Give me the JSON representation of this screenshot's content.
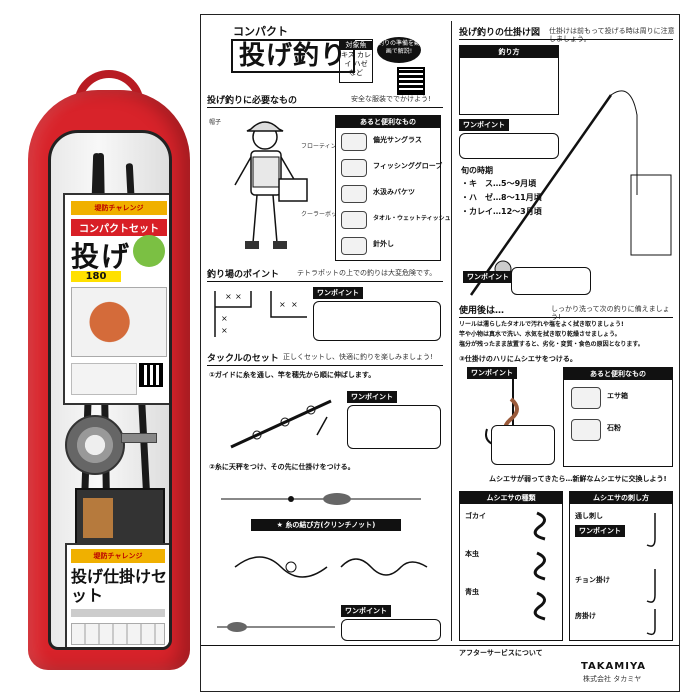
{
  "package": {
    "set_tag": "堤防チャレンジ",
    "set_name": "コンパクトセット",
    "set_type": "投げ",
    "size": "180",
    "rig_tag": "堤防チャレンジ",
    "rig_title": "投げ仕掛けセット"
  },
  "manual": {
    "title_small": "コンパクト",
    "title_big": "投げ釣り",
    "target_label": "対象魚",
    "targets": "キス カレイ ハゼ など",
    "badge": "釣りの準備を動画で解説!",
    "needs_heading": "投げ釣りに必要なもの",
    "needs_note": "安全な服装ででかけよう!",
    "useful_heading": "あると便利なもの",
    "useful_items": [
      "偏光サングラス",
      "フィッシンググローブ",
      "水汲みバケツ",
      "タオル・ウェットティッシュ",
      "針外し"
    ],
    "person_labels": [
      "帽子",
      "フローティングベスト",
      "クーラーボックス"
    ],
    "spot_heading": "釣り場のポイント",
    "spot_note": "テトラポットの上での釣りは大変危険です。",
    "tackle_heading": "タックルのセット",
    "tackle_note": "正しくセットし、快適に釣りを楽しみましょう!",
    "step1": "①ガイドに糸を通し、竿を穂先から順に伸ばします。",
    "step2": "②糸に天秤をつけ、その先に仕掛けをつける。",
    "knot_heading": "★ 糸の結び方(クリンチノット)",
    "one_point": "ワンポイント",
    "rig_heading": "投げ釣りの仕掛け図",
    "rig_note": "仕掛けは前もって投げる時は周りに注意しましょう。",
    "how_heading": "釣り方",
    "season_heading": "旬の時期",
    "seasons": [
      "・キ　ス…5～9月頃",
      "・ハ　ゼ…8～11月頃",
      "・カレイ…12～3月頃"
    ],
    "after_heading": "使用後は…",
    "after_note": "しっかり洗って次の釣りに備えましょう!",
    "after_line1": "リールは濡らしたタオルで汚れや塩をよく拭き取りましょう!",
    "after_line2": "竿や小物は真水で洗い、水気を拭き取り乾燥させましょう。",
    "after_line3": "塩分が残ったまま放置すると、劣化・変質・食色の原因となります。",
    "bait_step": "③仕掛けのハリにムシエサをつける。",
    "bait_useful": "あると便利なもの",
    "bait_items": [
      "エサ箱",
      "石粉"
    ],
    "bait_swap": "ムシエサが弱ってきたら…新鮮なムシエサに交換しよう!",
    "bait_types_heading": "ムシエサの種類",
    "bait_types": [
      "ゴカイ",
      "本虫",
      "青虫"
    ],
    "bait_hook_heading": "ムシエサの刺し方",
    "bait_hooks": [
      "通し刺し",
      "チョン掛け",
      "房掛け"
    ],
    "footer_note": "アフターサービスについて",
    "brand": "TAKAMIYA",
    "brand_jp": "株式会社 タカミヤ"
  }
}
